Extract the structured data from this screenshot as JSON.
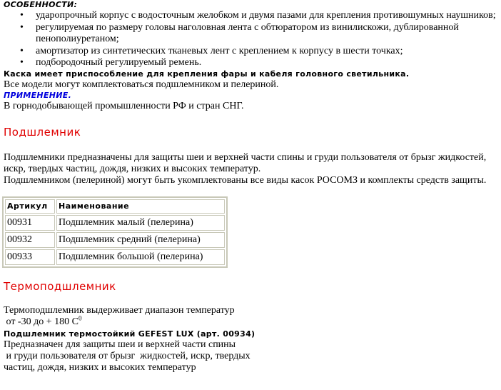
{
  "features": {
    "title": "ОСОБЕННОСТИ:",
    "items": [
      "ударопрочный корпус с водосточным желобком и двумя пазами для крепления противошумных наушников;",
      "регулируемая по размеру головы наголовная лента с обтюратором из винилискожи, дублированной пенополиуретаном;",
      "амортизатор из синтетических тканевых лент  с креплением к корпусу в шести точках;",
      "подбородочный регулируемый ремень."
    ],
    "note_bold": "Каска имеет приспособление для крепления фары и кабеля головного светильника.",
    "note": "Все модели могут комплектоваться подшлемником и пелериной."
  },
  "application": {
    "title": "ПРИМЕНЕНИЕ.",
    "text": "В горнодобывающей  промышленности РФ и стран СНГ."
  },
  "balaclava": {
    "heading": "Подшлемник",
    "p1": "Подшлемники предназначены для защиты шеи и верхней части спины и груди пользователя от брызг жидкостей,",
    "p2": "искр, твердых частиц, дождя, низких и высоких температур.",
    "p3": "Подшлемником (пелериной) могут быть укомплектованы все виды касок РОСОМЗ и комплекты средств защиты.",
    "table": {
      "headers": [
        "Артикул",
        "Наименование"
      ],
      "rows": [
        [
          "00931",
          "Подшлемник малый (пелерина)"
        ],
        [
          "00932",
          "Подшлемник средний (пелерина)"
        ],
        [
          "00933",
          "Подшлемник большой (пелерина)"
        ]
      ]
    }
  },
  "thermo": {
    "heading": "Термоподшлемник",
    "l1": "Термоподшлемник выдерживает  диапазон температур",
    "l2": " от -30 до + 180 С",
    "l2_sup": "0",
    "bold": "Подшлемник термостойкий GEFEST LUX (арт. 00934)",
    "l3": "Предназначен для защиты шеи и верхней части спины",
    "l4": " и груди пользователя от брызг  жидкостей, искр, твердых",
    "l5": "частиц, дождя, низких и высоких температур"
  }
}
